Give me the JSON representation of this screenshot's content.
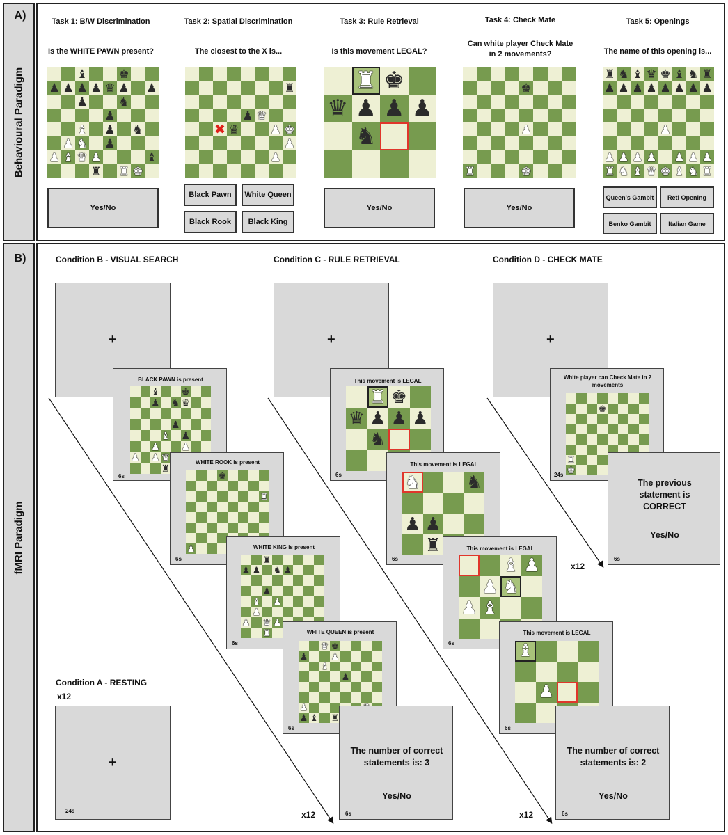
{
  "panel_a": {
    "label": "A)",
    "side_label": "Behavioural Paradigm",
    "tasks": [
      {
        "title": "Task 1: B/W Discrimination",
        "question": "Is the WHITE PAWN present?",
        "answers": [
          "Yes/No"
        ]
      },
      {
        "title": "Task 2: Spatial Discrimination",
        "question": "The closest to the X is...",
        "answers": [
          "Black Pawn",
          "White Queen",
          "Black Rook",
          "Black King"
        ]
      },
      {
        "title": "Task 3: Rule Retrieval",
        "question": "Is this movement LEGAL?",
        "answers": [
          "Yes/No"
        ]
      },
      {
        "title": "Task 4: Check Mate",
        "question": "Can white player Check Mate in 2 movements?",
        "answers": [
          "Yes/No"
        ]
      },
      {
        "title": "Task 5: Openings",
        "question": "The name of this opening is...",
        "answers": [
          "Queen's Gambit",
          "Reti Opening",
          "Benko Gambit",
          "Italian Game"
        ]
      }
    ]
  },
  "panel_b": {
    "label": "B)",
    "side_label": "fMRI Paradigm",
    "fixation": "+",
    "conditions": {
      "b": {
        "title": "Condition B - VISUAL SEARCH",
        "screens": [
          {
            "title": "BLACK PAWN is present",
            "duration": "6s"
          },
          {
            "title": "WHITE ROOK is present",
            "duration": "6s"
          },
          {
            "title": "WHITE KING is present",
            "duration": "6s"
          },
          {
            "title": "WHITE QUEEN is present",
            "duration": "6s"
          }
        ],
        "response": "The number of correct statements is: 3",
        "response_answer": "Yes/No",
        "response_duration": "6s",
        "repeat": "x12"
      },
      "c": {
        "title": "Condition C - RULE RETRIEVAL",
        "screens": [
          {
            "title": "This movement is LEGAL",
            "duration": "6s"
          },
          {
            "title": "This movement is LEGAL",
            "duration": "6s"
          },
          {
            "title": "This movement is LEGAL",
            "duration": "6s"
          },
          {
            "title": "This movement is LEGAL",
            "duration": "6s"
          }
        ],
        "response": "The number of correct statements is: 2",
        "response_answer": "Yes/No",
        "response_duration": "6s",
        "repeat": "x12"
      },
      "d": {
        "title": "Condition D - CHECK MATE",
        "screens": [
          {
            "title": "White player can Check Mate in 2 movements",
            "duration": "24s"
          }
        ],
        "response": "The previous statement is CORRECT",
        "response_answer": "Yes/No",
        "response_duration": "6s",
        "repeat": "x12"
      },
      "a": {
        "title": "Condition A - RESTING",
        "repeat": "x12",
        "duration": "24s"
      }
    }
  },
  "colors": {
    "light_square": "#eef0d4",
    "dark_square": "#779b4f",
    "highlight_square": "#a8c27a",
    "target_outline": "#e0362b",
    "screen_grey": "#d9d9d9"
  },
  "boards": {
    "task1": {
      "size": 8,
      "pieces": [
        [
          0,
          2,
          "bb"
        ],
        [
          0,
          5,
          "bk"
        ],
        [
          1,
          0,
          "bp"
        ],
        [
          1,
          1,
          "bp"
        ],
        [
          1,
          2,
          "bp"
        ],
        [
          1,
          3,
          "bp"
        ],
        [
          1,
          4,
          "bq"
        ],
        [
          1,
          5,
          "bp"
        ],
        [
          1,
          7,
          "bp"
        ],
        [
          2,
          2,
          "bp"
        ],
        [
          2,
          5,
          "bn"
        ],
        [
          3,
          4,
          "bp"
        ],
        [
          4,
          2,
          "wb"
        ],
        [
          4,
          4,
          "bp"
        ],
        [
          4,
          6,
          "bn"
        ],
        [
          5,
          1,
          "wp"
        ],
        [
          5,
          2,
          "wn"
        ],
        [
          5,
          4,
          "bp"
        ],
        [
          6,
          0,
          "wp"
        ],
        [
          6,
          1,
          "wb"
        ],
        [
          6,
          2,
          "wq"
        ],
        [
          6,
          3,
          "wp"
        ],
        [
          6,
          7,
          "bb"
        ],
        [
          7,
          3,
          "br"
        ],
        [
          7,
          5,
          "wr"
        ],
        [
          7,
          6,
          "wk"
        ]
      ]
    },
    "task2": {
      "size": 8,
      "pieces": [
        [
          1,
          7,
          "br"
        ],
        [
          3,
          4,
          "bp"
        ],
        [
          3,
          5,
          "wq"
        ],
        [
          4,
          3,
          "bq"
        ],
        [
          4,
          6,
          "wp"
        ],
        [
          4,
          7,
          "wk"
        ],
        [
          5,
          7,
          "wp"
        ],
        [
          6,
          6,
          "wp"
        ]
      ],
      "x_mark": [
        4,
        2
      ]
    },
    "task3": {
      "size": 4,
      "pieces": [
        [
          0,
          1,
          "wr"
        ],
        [
          0,
          2,
          "bk"
        ],
        [
          1,
          0,
          "bq"
        ],
        [
          1,
          1,
          "bp"
        ],
        [
          1,
          2,
          "bp"
        ],
        [
          1,
          3,
          "bp"
        ],
        [
          2,
          1,
          "bn"
        ]
      ],
      "highlight": [
        0,
        1
      ],
      "target": [
        2,
        2
      ]
    },
    "task4": {
      "size": 8,
      "pieces": [
        [
          1,
          4,
          "bk"
        ],
        [
          4,
          4,
          "wp"
        ],
        [
          7,
          0,
          "wr"
        ],
        [
          7,
          4,
          "wk"
        ]
      ]
    },
    "task5": {
      "size": 8,
      "pieces": [
        [
          0,
          0,
          "br"
        ],
        [
          0,
          1,
          "bn"
        ],
        [
          0,
          2,
          "bb"
        ],
        [
          0,
          3,
          "bq"
        ],
        [
          0,
          4,
          "bk"
        ],
        [
          0,
          5,
          "bb"
        ],
        [
          0,
          6,
          "bn"
        ],
        [
          0,
          7,
          "br"
        ],
        [
          1,
          0,
          "bp"
        ],
        [
          1,
          1,
          "bp"
        ],
        [
          1,
          2,
          "bp"
        ],
        [
          1,
          3,
          "bp"
        ],
        [
          1,
          4,
          "bp"
        ],
        [
          1,
          5,
          "bp"
        ],
        [
          1,
          6,
          "bp"
        ],
        [
          1,
          7,
          "bp"
        ],
        [
          4,
          4,
          "wp"
        ],
        [
          6,
          0,
          "wp"
        ],
        [
          6,
          1,
          "wp"
        ],
        [
          6,
          2,
          "wp"
        ],
        [
          6,
          3,
          "wp"
        ],
        [
          6,
          5,
          "wp"
        ],
        [
          6,
          6,
          "wp"
        ],
        [
          6,
          7,
          "wp"
        ],
        [
          7,
          0,
          "wr"
        ],
        [
          7,
          1,
          "wn"
        ],
        [
          7,
          2,
          "wb"
        ],
        [
          7,
          3,
          "wq"
        ],
        [
          7,
          4,
          "wk"
        ],
        [
          7,
          5,
          "wb"
        ],
        [
          7,
          6,
          "wn"
        ],
        [
          7,
          7,
          "wr"
        ]
      ]
    },
    "b1": {
      "size": 8,
      "pieces": [
        [
          0,
          2,
          "bb"
        ],
        [
          0,
          5,
          "bk"
        ],
        [
          1,
          2,
          "bp"
        ],
        [
          1,
          4,
          "bn"
        ],
        [
          1,
          5,
          "bq"
        ],
        [
          3,
          4,
          "bp"
        ],
        [
          4,
          3,
          "wb"
        ],
        [
          4,
          5,
          "bp"
        ],
        [
          5,
          2,
          "wp"
        ],
        [
          5,
          5,
          "wp"
        ],
        [
          6,
          0,
          "wp"
        ],
        [
          6,
          2,
          "wp"
        ],
        [
          6,
          3,
          "wq"
        ],
        [
          7,
          3,
          "br"
        ],
        [
          7,
          6,
          "wk"
        ]
      ]
    },
    "b2": {
      "size": 8,
      "pieces": [
        [
          0,
          3,
          "bk"
        ],
        [
          2,
          7,
          "wr"
        ],
        [
          7,
          0,
          "wp"
        ]
      ]
    },
    "b3": {
      "size": 8,
      "pieces": [
        [
          0,
          2,
          "br"
        ],
        [
          1,
          0,
          "bp"
        ],
        [
          1,
          1,
          "bp"
        ],
        [
          1,
          3,
          "bn"
        ],
        [
          1,
          4,
          "bp"
        ],
        [
          3,
          2,
          "bp"
        ],
        [
          4,
          1,
          "wb"
        ],
        [
          4,
          3,
          "wp"
        ],
        [
          5,
          1,
          "wp"
        ],
        [
          6,
          0,
          "wp"
        ],
        [
          6,
          2,
          "wq"
        ],
        [
          6,
          3,
          "wp"
        ],
        [
          7,
          2,
          "wr"
        ],
        [
          7,
          5,
          "wk"
        ]
      ]
    },
    "b4": {
      "size": 8,
      "pieces": [
        [
          0,
          2,
          "wq"
        ],
        [
          0,
          3,
          "bk"
        ],
        [
          1,
          0,
          "bp"
        ],
        [
          1,
          3,
          "wp"
        ],
        [
          2,
          2,
          "wb"
        ],
        [
          3,
          4,
          "bp"
        ],
        [
          6,
          0,
          "wp"
        ],
        [
          6,
          6,
          "wq"
        ],
        [
          7,
          0,
          "bp"
        ],
        [
          7,
          1,
          "bb"
        ],
        [
          7,
          3,
          "br"
        ],
        [
          7,
          5,
          "bk"
        ]
      ]
    },
    "c1": {
      "size": 4,
      "pieces": [
        [
          0,
          1,
          "wr"
        ],
        [
          0,
          2,
          "bk"
        ],
        [
          1,
          0,
          "bq"
        ],
        [
          1,
          1,
          "bp"
        ],
        [
          1,
          2,
          "bp"
        ],
        [
          1,
          3,
          "bp"
        ],
        [
          2,
          1,
          "bn"
        ]
      ],
      "highlight": [
        0,
        1
      ],
      "target": [
        2,
        2
      ]
    },
    "c2": {
      "size": 4,
      "pieces": [
        [
          0,
          0,
          "wn"
        ],
        [
          0,
          3,
          "bn"
        ],
        [
          2,
          0,
          "bp"
        ],
        [
          2,
          1,
          "bp"
        ],
        [
          3,
          1,
          "br"
        ]
      ],
      "target": [
        0,
        0
      ]
    },
    "c3": {
      "size": 4,
      "pieces": [
        [
          0,
          2,
          "wb"
        ],
        [
          0,
          3,
          "wp"
        ],
        [
          1,
          1,
          "wp"
        ],
        [
          1,
          2,
          "wn"
        ],
        [
          2,
          0,
          "wp"
        ],
        [
          2,
          1,
          "wb"
        ]
      ],
      "highlight": [
        1,
        2
      ],
      "target": [
        0,
        0
      ]
    },
    "c4": {
      "size": 4,
      "pieces": [
        [
          0,
          0,
          "wb"
        ],
        [
          2,
          1,
          "wp"
        ]
      ],
      "highlight": [
        0,
        0
      ],
      "target": [
        2,
        2
      ]
    },
    "d1": {
      "size": 8,
      "pieces": [
        [
          1,
          3,
          "bk"
        ],
        [
          6,
          0,
          "wr"
        ],
        [
          7,
          0,
          "wk"
        ]
      ]
    }
  }
}
